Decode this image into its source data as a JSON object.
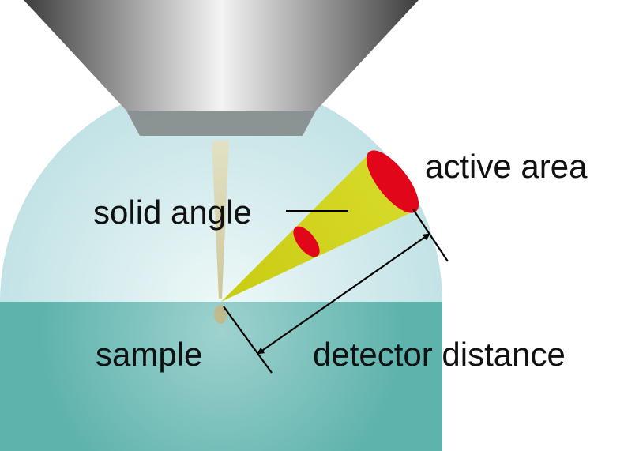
{
  "labels": {
    "active_area": "active area",
    "solid_angle": "solid angle",
    "sample": "sample",
    "detector_distance": "detector distance"
  },
  "colors": {
    "chamber": "#cde8ea",
    "sample": "#66b7b2",
    "pole_piece": "#8a8a8a",
    "cone": "#cfd21a",
    "active_area": "#e2061b",
    "beam": "#d9d2a8",
    "line": "#000000"
  }
}
